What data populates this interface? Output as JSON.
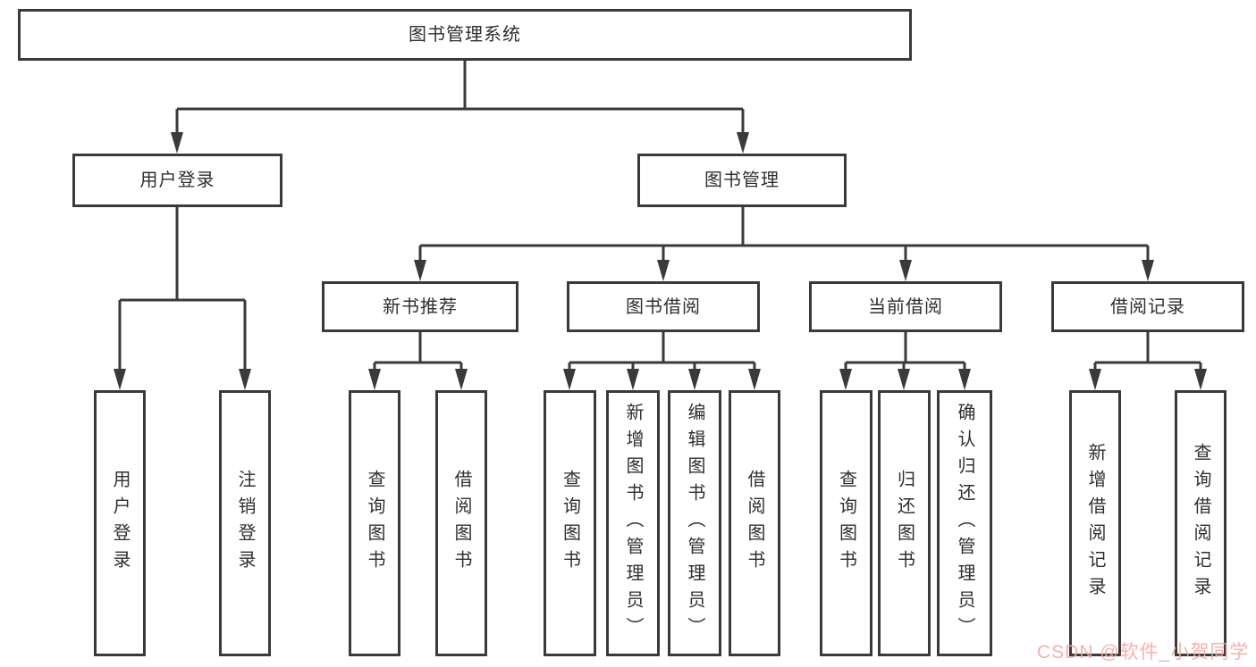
{
  "diagram": {
    "title": "图书管理系统",
    "branches": [
      {
        "label": "用户登录",
        "leaves": [
          "用户登录",
          "注销登录"
        ]
      },
      {
        "label": "图书管理",
        "children": [
          {
            "label": "新书推荐",
            "leaves": [
              "查询图书",
              "借阅图书"
            ]
          },
          {
            "label": "图书借阅",
            "leaves": [
              "查询图书",
              "新增图书（管理员）",
              "编辑图书（管理员）",
              "借阅图书"
            ]
          },
          {
            "label": "当前借阅",
            "leaves": [
              "查询图书",
              "归还图书",
              "确认归还（管理员）"
            ]
          },
          {
            "label": "借阅记录",
            "leaves": [
              "新增借阅记录",
              "查询借阅记录"
            ]
          }
        ]
      }
    ]
  },
  "colors": {
    "line": "#3a3a3a",
    "box_border": "#3a3a3a",
    "text": "#2f2f2f",
    "watermark": "#f3a9a4"
  },
  "watermark": {
    "text": "CSDN @软件_小贺同学"
  }
}
